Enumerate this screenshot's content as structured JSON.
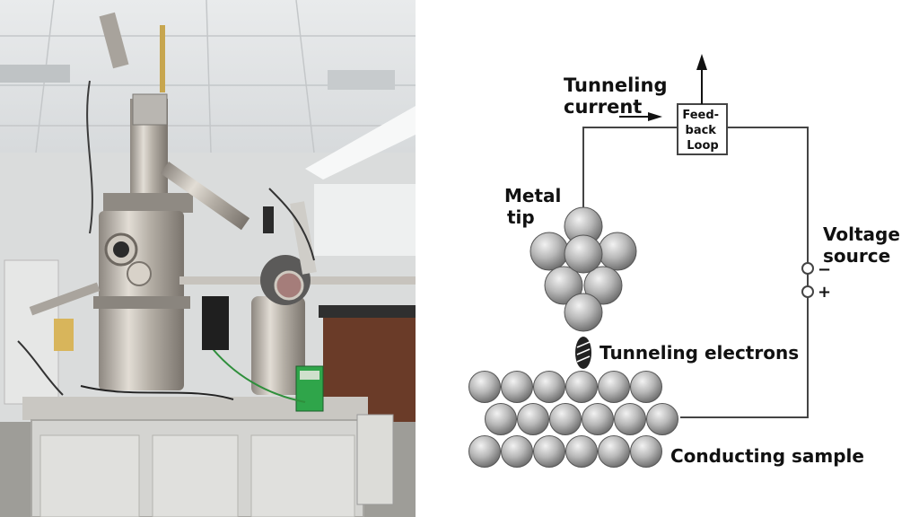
{
  "diagram": {
    "tunneling_current": [
      "Tunneling",
      "current"
    ],
    "feedback_loop": [
      "Feed-",
      "back",
      "Loop"
    ],
    "metal_tip": [
      "Metal",
      "tip"
    ],
    "voltage_source": [
      "Voltage",
      "source"
    ],
    "minus_sign": "−",
    "plus_sign": "+",
    "tunneling_electrons": "Tunneling electrons",
    "conducting_sample": "Conducting sample"
  },
  "colors": {
    "wire": "#444444",
    "sphere_light": "#f2f2f2",
    "sphere_dark": "#6a6a6a",
    "lab_wall": "#d9dde0",
    "steel": "#b8b4ad"
  }
}
